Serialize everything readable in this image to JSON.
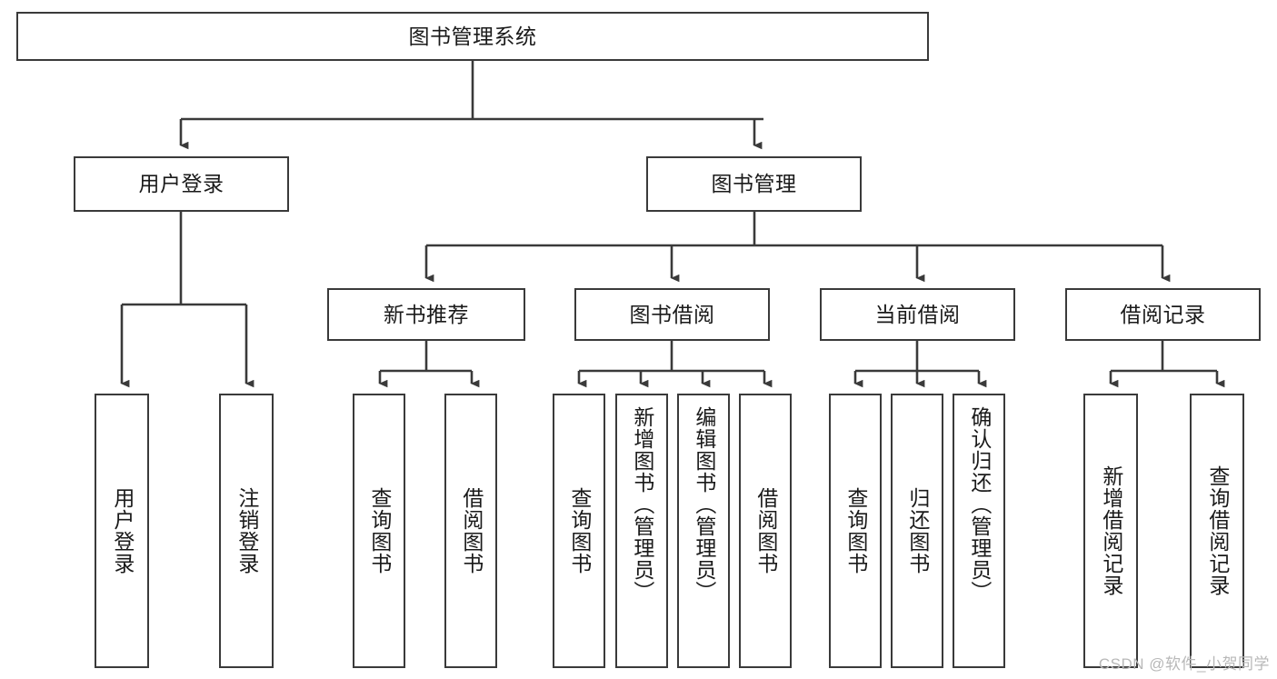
{
  "diagram": {
    "title": "图书管理系统",
    "type": "hierarchy-tree",
    "watermark": "CSDN @软件_小贺同学",
    "colors": {
      "stroke": "#3a3a3a",
      "fill": "#ffffff",
      "text": "#1a1a1a",
      "watermark": "#b8b8b8"
    },
    "levels": {
      "level1": [
        {
          "id": "root",
          "label": "图书管理系统",
          "orientation": "horizontal"
        }
      ],
      "level2": [
        {
          "id": "user-login",
          "label": "用户登录",
          "orientation": "horizontal"
        },
        {
          "id": "book-management",
          "label": "图书管理",
          "orientation": "horizontal"
        }
      ],
      "level3": [
        {
          "id": "new-book-recommend",
          "label": "新书推荐",
          "orientation": "horizontal"
        },
        {
          "id": "book-borrow",
          "label": "图书借阅",
          "orientation": "horizontal"
        },
        {
          "id": "current-borrow",
          "label": "当前借阅",
          "orientation": "horizontal"
        },
        {
          "id": "borrow-record",
          "label": "借阅记录",
          "orientation": "horizontal"
        }
      ],
      "level4": [
        {
          "id": "leaf-user-login",
          "label": "用户登录",
          "parent": "user-login",
          "orientation": "vertical"
        },
        {
          "id": "leaf-logout-login",
          "label": "注销登录",
          "parent": "user-login",
          "orientation": "vertical"
        },
        {
          "id": "leaf-query-book-1",
          "label": "查询图书",
          "parent": "new-book-recommend",
          "orientation": "vertical"
        },
        {
          "id": "leaf-borrow-book-1",
          "label": "借阅图书",
          "parent": "new-book-recommend",
          "orientation": "vertical"
        },
        {
          "id": "leaf-query-book-2",
          "label": "查询图书",
          "parent": "book-borrow",
          "orientation": "vertical"
        },
        {
          "id": "leaf-add-book",
          "label": "新增图书（管理员）",
          "parent": "book-borrow",
          "orientation": "vertical"
        },
        {
          "id": "leaf-edit-book",
          "label": "编辑图书（管理员）",
          "parent": "book-borrow",
          "orientation": "vertical"
        },
        {
          "id": "leaf-borrow-book-2",
          "label": "借阅图书",
          "parent": "book-borrow",
          "orientation": "vertical"
        },
        {
          "id": "leaf-query-book-3",
          "label": "查询图书",
          "parent": "current-borrow",
          "orientation": "vertical"
        },
        {
          "id": "leaf-return-book",
          "label": "归还图书",
          "parent": "current-borrow",
          "orientation": "vertical"
        },
        {
          "id": "leaf-confirm-return",
          "label": "确认归还（管理员）",
          "parent": "current-borrow",
          "orientation": "vertical"
        },
        {
          "id": "leaf-add-record",
          "label": "新增借阅记录",
          "parent": "borrow-record",
          "orientation": "vertical"
        },
        {
          "id": "leaf-query-record",
          "label": "查询借阅记录",
          "parent": "borrow-record",
          "orientation": "vertical"
        }
      ]
    }
  }
}
